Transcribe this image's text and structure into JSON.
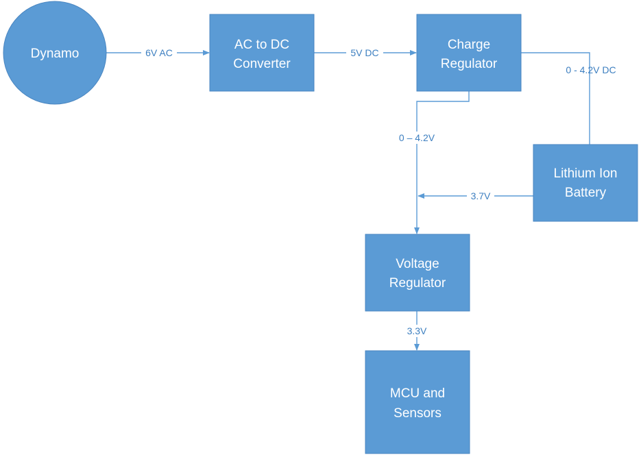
{
  "colors": {
    "block_fill": "#5b9bd5",
    "block_text": "#ffffff",
    "wire": "#5b9bd5",
    "label": "#3d7fc0"
  },
  "nodes": {
    "dynamo": {
      "line1": "Dynamo"
    },
    "ac_dc": {
      "line1": "AC to DC",
      "line2": "Converter"
    },
    "charge_regulator": {
      "line1": "Charge",
      "line2": "Regulator"
    },
    "battery": {
      "line1": "Lithium Ion",
      "line2": "Battery"
    },
    "voltage_regulator": {
      "line1": "Voltage",
      "line2": "Regulator"
    },
    "mcu": {
      "line1": "MCU and",
      "line2": "Sensors"
    }
  },
  "edges": {
    "dynamo_to_acdc": "6V AC",
    "acdc_to_charge": "5V DC",
    "charge_to_battery": "0 - 4.2V DC",
    "charge_to_voltage": "0 – 4.2V",
    "battery_to_voltage": "3.7V",
    "voltage_to_mcu": "3.3V"
  }
}
